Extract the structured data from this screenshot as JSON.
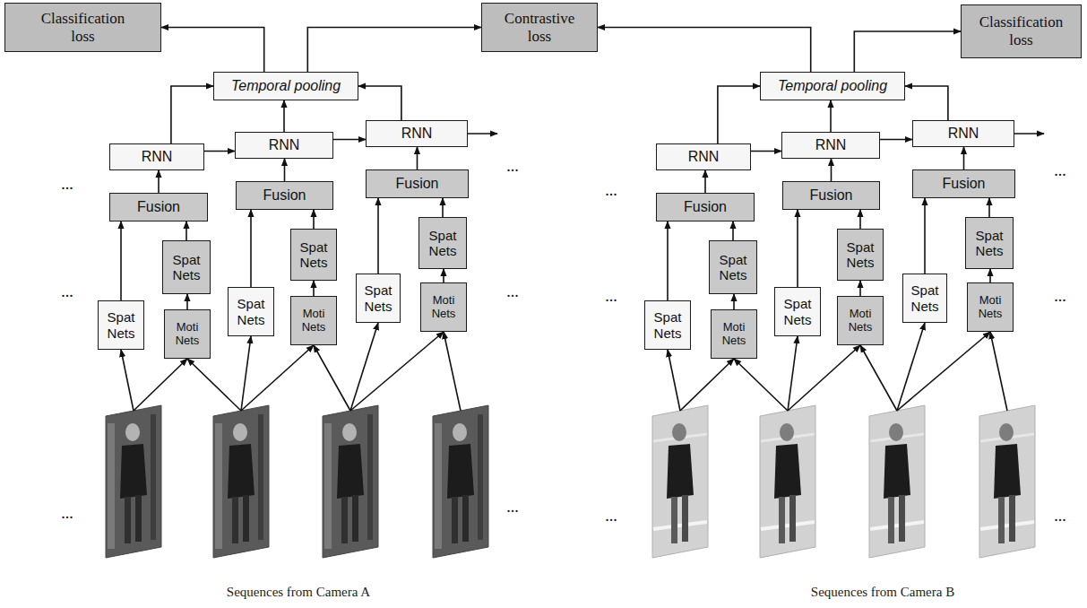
{
  "diagram": {
    "nodes": [
      {
        "text": [
          "Classification loss"
        ]
      },
      {
        "text": [
          "Contrastive loss"
        ]
      },
      {
        "text": [
          "Classification loss"
        ]
      },
      {
        "text": [
          "Temporal pooling"
        ]
      },
      {
        "text": [
          "Temporal pooling"
        ]
      },
      {
        "text": [
          "RNN"
        ]
      },
      {
        "text": [
          "RNN"
        ]
      },
      {
        "text": [
          "RNN"
        ]
      },
      {
        "text": [
          "RNN"
        ]
      },
      {
        "text": [
          "RNN"
        ]
      },
      {
        "text": [
          "RNN"
        ]
      },
      {
        "text": [
          "Fusion"
        ]
      },
      {
        "text": [
          "Fusion"
        ]
      },
      {
        "text": [
          "Fusion"
        ]
      },
      {
        "text": [
          "Fusion"
        ]
      },
      {
        "text": [
          "Fusion"
        ]
      },
      {
        "text": [
          "Fusion"
        ]
      },
      {
        "text": [
          "Spat Nets"
        ]
      },
      {
        "text": [
          "Spat Nets"
        ]
      },
      {
        "text": [
          "Spat Nets"
        ]
      },
      {
        "text": [
          "Spat Nets"
        ]
      },
      {
        "text": [
          "Spat Nets"
        ]
      },
      {
        "text": [
          "Spat Nets"
        ]
      },
      {
        "text": [
          "Spat Nets"
        ]
      },
      {
        "text": [
          "Spat Nets"
        ]
      },
      {
        "text": [
          "Spat Nets"
        ]
      },
      {
        "text": [
          "Moti Nets"
        ]
      },
      {
        "text": [
          "Moti Nets"
        ]
      },
      {
        "text": [
          "Moti Nets"
        ]
      },
      {
        "text": [
          "Spat Nets"
        ]
      },
      {
        "text": [
          "Spat Nets"
        ]
      },
      {
        "text": [
          "Spat Nets"
        ]
      },
      {
        "text": [
          "Moti Nets"
        ]
      },
      {
        "text": [
          "Moti Nets"
        ]
      },
      {
        "text": [
          "Moti Nets"
        ]
      }
    ],
    "edges": [
      {
        "from": 23,
        "to": 11,
        "arrow": "to"
      },
      {
        "from": 26,
        "to": 17,
        "arrow": "to"
      },
      {
        "from": 17,
        "to": 11,
        "arrow": "to"
      },
      {
        "from": 11,
        "to": 5,
        "arrow": "to"
      },
      {
        "from": 24,
        "to": 12,
        "arrow": "to"
      },
      {
        "from": 27,
        "to": 18,
        "arrow": "to"
      },
      {
        "from": 18,
        "to": 12,
        "arrow": "to"
      },
      {
        "from": 12,
        "to": 6,
        "arrow": "to"
      },
      {
        "from": 25,
        "to": 13,
        "arrow": "to"
      },
      {
        "from": 28,
        "to": 19,
        "arrow": "to"
      },
      {
        "from": 19,
        "to": 13,
        "arrow": "to"
      },
      {
        "from": 13,
        "to": 7,
        "arrow": "to"
      },
      {
        "from": 5,
        "to": 6,
        "arrow": "to"
      },
      {
        "from": 6,
        "to": 7,
        "arrow": "to"
      },
      {
        "from": 5,
        "to": 3,
        "arrow": "to"
      },
      {
        "from": 6,
        "to": 3,
        "arrow": "to"
      },
      {
        "from": 7,
        "to": 3,
        "arrow": "to"
      },
      {
        "from": 3,
        "to": 0,
        "arrow": "to"
      },
      {
        "from": 3,
        "to": 1,
        "arrow": "to"
      },
      {
        "from": 29,
        "to": 14,
        "arrow": "to"
      },
      {
        "from": 32,
        "to": 20,
        "arrow": "to"
      },
      {
        "from": 20,
        "to": 14,
        "arrow": "to"
      },
      {
        "from": 14,
        "to": 8,
        "arrow": "to"
      },
      {
        "from": 30,
        "to": 15,
        "arrow": "to"
      },
      {
        "from": 33,
        "to": 21,
        "arrow": "to"
      },
      {
        "from": 21,
        "to": 15,
        "arrow": "to"
      },
      {
        "from": 15,
        "to": 9,
        "arrow": "to"
      },
      {
        "from": 31,
        "to": 16,
        "arrow": "to"
      },
      {
        "from": 34,
        "to": 22,
        "arrow": "to"
      },
      {
        "from": 22,
        "to": 16,
        "arrow": "to"
      },
      {
        "from": 16,
        "to": 10,
        "arrow": "to"
      },
      {
        "from": 8,
        "to": 9,
        "arrow": "to"
      },
      {
        "from": 9,
        "to": 10,
        "arrow": "to"
      },
      {
        "from": 8,
        "to": 4,
        "arrow": "to"
      },
      {
        "from": 9,
        "to": 4,
        "arrow": "to"
      },
      {
        "from": 10,
        "to": 4,
        "arrow": "to"
      },
      {
        "from": 4,
        "to": 2,
        "arrow": "to"
      },
      {
        "from": 4,
        "to": 1,
        "arrow": "to"
      }
    ],
    "labels": [
      "...",
      "...",
      "...",
      "...",
      "...",
      "...",
      "...",
      "...",
      "...",
      "...",
      "...",
      "...",
      "Sequences from Camera A",
      "Sequences from Camera B"
    ]
  }
}
